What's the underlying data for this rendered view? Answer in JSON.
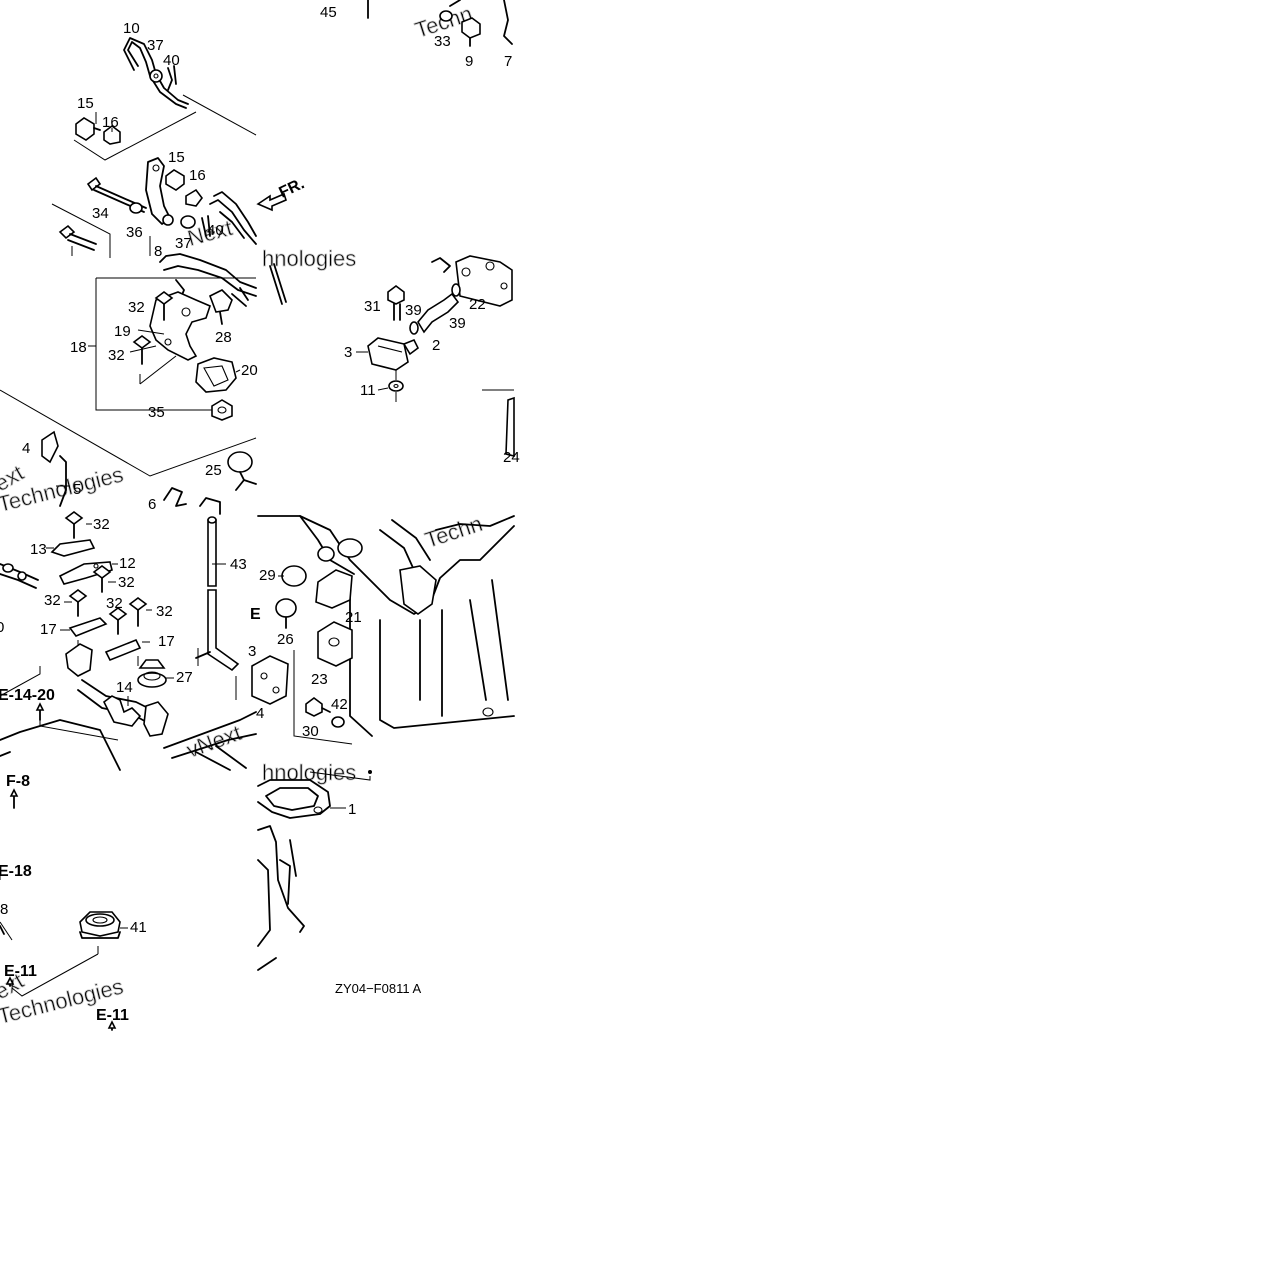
{
  "diagram": {
    "part_numbers": [
      {
        "id": "c1",
        "text": "10"
      },
      {
        "id": "c2",
        "text": "37"
      },
      {
        "id": "c3",
        "text": "40"
      },
      {
        "id": "c4",
        "text": "45"
      },
      {
        "id": "c5",
        "text": "33"
      },
      {
        "id": "c6",
        "text": "9"
      },
      {
        "id": "c7",
        "text": "7"
      },
      {
        "id": "c8",
        "text": "15"
      },
      {
        "id": "c9",
        "text": "16"
      },
      {
        "id": "c10",
        "text": "15"
      },
      {
        "id": "c11",
        "text": "16"
      },
      {
        "id": "c12",
        "text": "34"
      },
      {
        "id": "c13",
        "text": "36"
      },
      {
        "id": "c14",
        "text": "37"
      },
      {
        "id": "c15",
        "text": "40"
      },
      {
        "id": "c16",
        "text": "8"
      },
      {
        "id": "c17",
        "text": "32"
      },
      {
        "id": "c18",
        "text": "19"
      },
      {
        "id": "c19",
        "text": "28"
      },
      {
        "id": "c20",
        "text": "18"
      },
      {
        "id": "c21",
        "text": "32"
      },
      {
        "id": "c22",
        "text": "20"
      },
      {
        "id": "c23",
        "text": "35"
      },
      {
        "id": "c24",
        "text": "31"
      },
      {
        "id": "c25",
        "text": "39"
      },
      {
        "id": "c26",
        "text": "39"
      },
      {
        "id": "c27",
        "text": "22"
      },
      {
        "id": "c28",
        "text": "2"
      },
      {
        "id": "c29",
        "text": "3"
      },
      {
        "id": "c30",
        "text": "11"
      },
      {
        "id": "c31",
        "text": "24"
      },
      {
        "id": "c32",
        "text": "4"
      },
      {
        "id": "c33",
        "text": "5"
      },
      {
        "id": "c34",
        "text": "25"
      },
      {
        "id": "c35",
        "text": "6"
      },
      {
        "id": "c36",
        "text": "32"
      },
      {
        "id": "c37",
        "text": "13"
      },
      {
        "id": "c38",
        "text": "12"
      },
      {
        "id": "c39",
        "text": "32"
      },
      {
        "id": "c40",
        "text": "32"
      },
      {
        "id": "c41",
        "text": "32"
      },
      {
        "id": "c42",
        "text": "32"
      },
      {
        "id": "c43",
        "text": "17"
      },
      {
        "id": "c44",
        "text": "17"
      },
      {
        "id": "c45",
        "text": "43"
      },
      {
        "id": "c46",
        "text": "29"
      },
      {
        "id": "c47",
        "text": "21"
      },
      {
        "id": "c48",
        "text": "26"
      },
      {
        "id": "c49",
        "text": "23"
      },
      {
        "id": "c50",
        "text": "42"
      },
      {
        "id": "c51",
        "text": "30"
      },
      {
        "id": "c52",
        "text": "27"
      },
      {
        "id": "c53",
        "text": "14"
      },
      {
        "id": "c54",
        "text": "3"
      },
      {
        "id": "c55",
        "text": "4"
      },
      {
        "id": "c56",
        "text": "1"
      },
      {
        "id": "c57",
        "text": "41"
      },
      {
        "id": "c58",
        "text": "8"
      },
      {
        "id": "c59",
        "text": "0"
      }
    ],
    "section_refs": [
      {
        "id": "r1",
        "text": "E-14-20"
      },
      {
        "id": "r2",
        "text": "F-8"
      },
      {
        "id": "r3",
        "text": "E-18"
      },
      {
        "id": "r4",
        "text": "E-11"
      },
      {
        "id": "r5",
        "text": "E-11"
      },
      {
        "id": "r6",
        "text": "E"
      }
    ],
    "direction_label": "FR.",
    "drawing_code": "ZY04−F0811 A",
    "watermarks": [
      {
        "id": "w1",
        "text": "Techn"
      },
      {
        "id": "w2",
        "text": "Next"
      },
      {
        "id": "w3",
        "text": "hnologies"
      },
      {
        "id": "w4",
        "text": "ext"
      },
      {
        "id": "w5",
        "text": "Technologies"
      },
      {
        "id": "w6",
        "text": "Techn"
      },
      {
        "id": "w7",
        "text": "vNext"
      },
      {
        "id": "w8",
        "text": "hnologies"
      },
      {
        "id": "w9",
        "text": "ext"
      },
      {
        "id": "w10",
        "text": "Technologies"
      }
    ]
  }
}
